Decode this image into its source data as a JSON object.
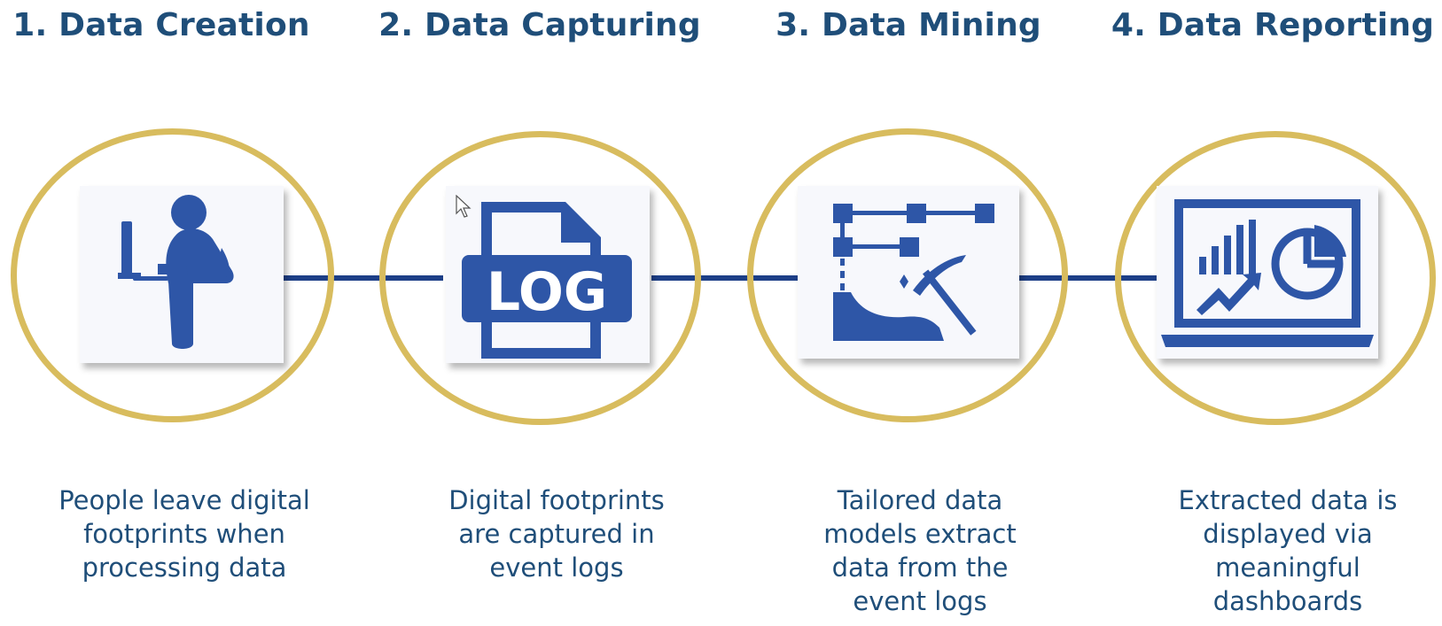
{
  "colors": {
    "title": "#1f4e79",
    "text": "#1f4e79",
    "ring": "#d8bc5e",
    "line": "#1d3f87",
    "icon": "#2e56a7"
  },
  "steps": [
    {
      "title": "1. Data Creation",
      "icon": "person-at-computer-icon",
      "description": "People leave digital\nfootprints when\nprocessing data"
    },
    {
      "title": "2. Data Capturing",
      "icon": "log-file-icon",
      "icon_text": "LOG",
      "description": "Digital footprints\nare captured in\nevent logs"
    },
    {
      "title": "3. Data Mining",
      "icon": "data-mining-pickaxe-icon",
      "description": "Tailored data\nmodels extract\ndata from the\nevent logs"
    },
    {
      "title": "4. Data Reporting",
      "icon": "dashboard-laptop-icon",
      "description": "Extracted data is\ndisplayed via\nmeaningful\ndashboards"
    }
  ]
}
